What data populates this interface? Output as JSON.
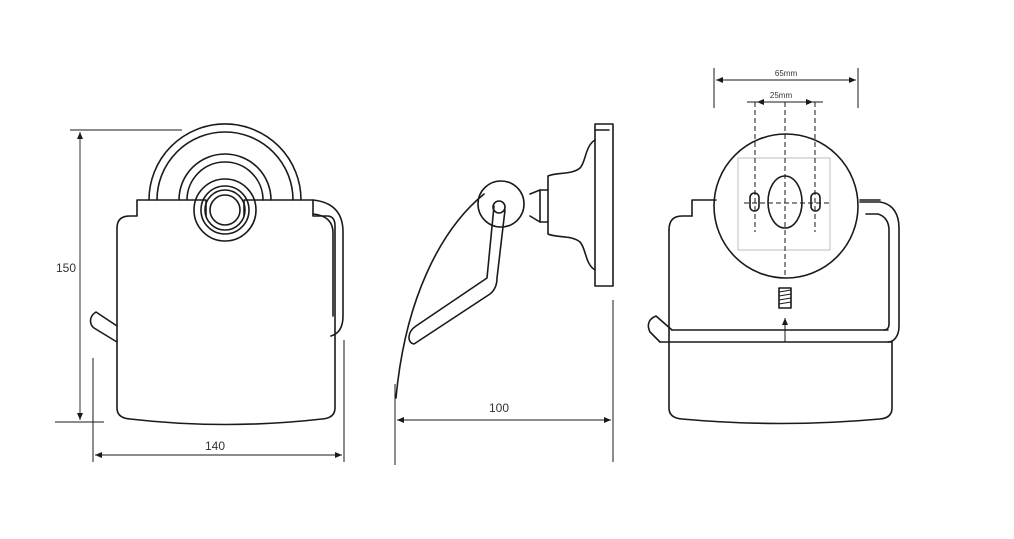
{
  "dimensions": {
    "front_height": "150",
    "front_width": "140",
    "side_depth": "100",
    "mount_outer_spacing": "65mm",
    "mount_inner_spacing": "25mm"
  },
  "colors": {
    "line": "#1a1a1a",
    "guide": "#bdbdbd",
    "background": "#ffffff"
  }
}
